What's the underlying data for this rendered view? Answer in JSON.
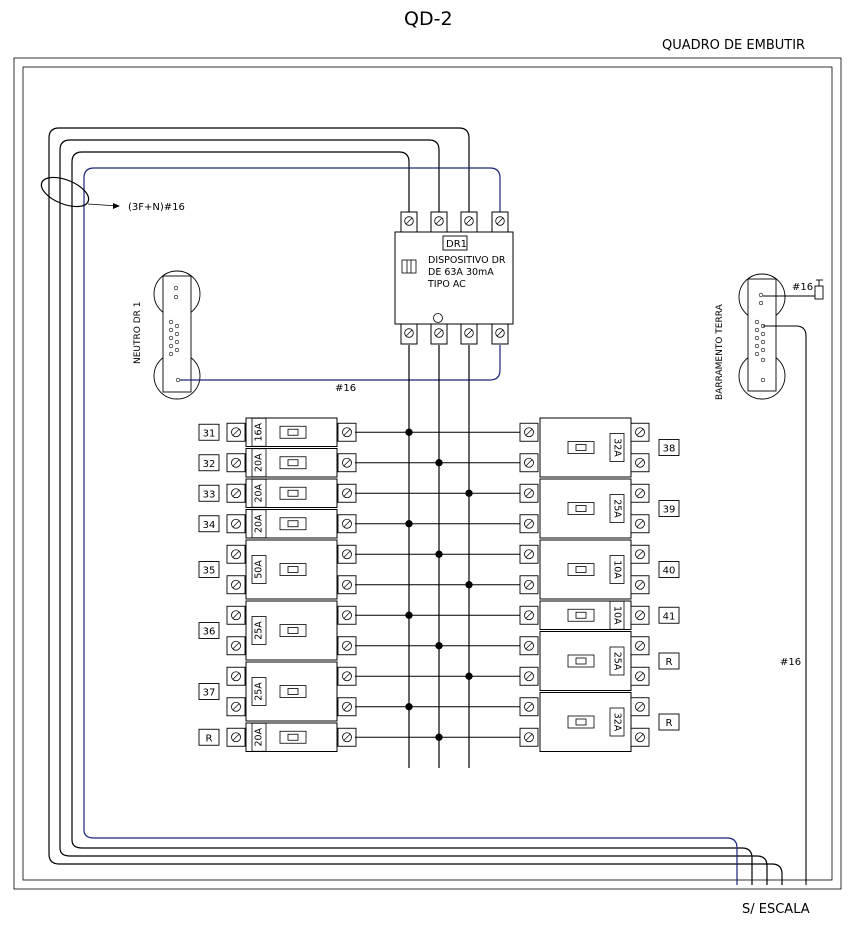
{
  "title": "QD-2",
  "enclosure_label": "QUADRO DE EMBUTIR",
  "scale_note": "S/ ESCALA",
  "feeder_label": "(3F+N)#16",
  "neutral_bar_label": "NEUTRO DR 1",
  "ground_bar_label": "BARRAMENTO TERRA",
  "neutral_wire_label": "#16",
  "ground_wire_label": "#16",
  "ground_riser_label": "#16",
  "dr": {
    "tag": "DR1",
    "lines": [
      "DISPOSITIVO DR",
      "DE 63A  30mA",
      "TIPO AC"
    ]
  },
  "left_breakers": [
    {
      "circuit": "31",
      "rating": "16A",
      "poles": 1
    },
    {
      "circuit": "32",
      "rating": "20A",
      "poles": 1
    },
    {
      "circuit": "33",
      "rating": "20A",
      "poles": 1
    },
    {
      "circuit": "34",
      "rating": "20A",
      "poles": 1
    },
    {
      "circuit": "35",
      "rating": "50A",
      "poles": 2
    },
    {
      "circuit": "36",
      "rating": "25A",
      "poles": 2
    },
    {
      "circuit": "37",
      "rating": "25A",
      "poles": 2
    },
    {
      "circuit": "R",
      "rating": "20A",
      "poles": 1
    }
  ],
  "right_breakers": [
    {
      "circuit": "38",
      "rating": "32A",
      "poles": 2
    },
    {
      "circuit": "39",
      "rating": "25A",
      "poles": 2
    },
    {
      "circuit": "40",
      "rating": "10A",
      "poles": 2
    },
    {
      "circuit": "41",
      "rating": "10A",
      "poles": 1
    },
    {
      "circuit": "R",
      "rating": "25A",
      "poles": 2
    },
    {
      "circuit": "R",
      "rating": "32A",
      "poles": 2
    }
  ],
  "colors": {
    "line": "#000000",
    "neutral": "#1a237e",
    "background": "#ffffff"
  }
}
